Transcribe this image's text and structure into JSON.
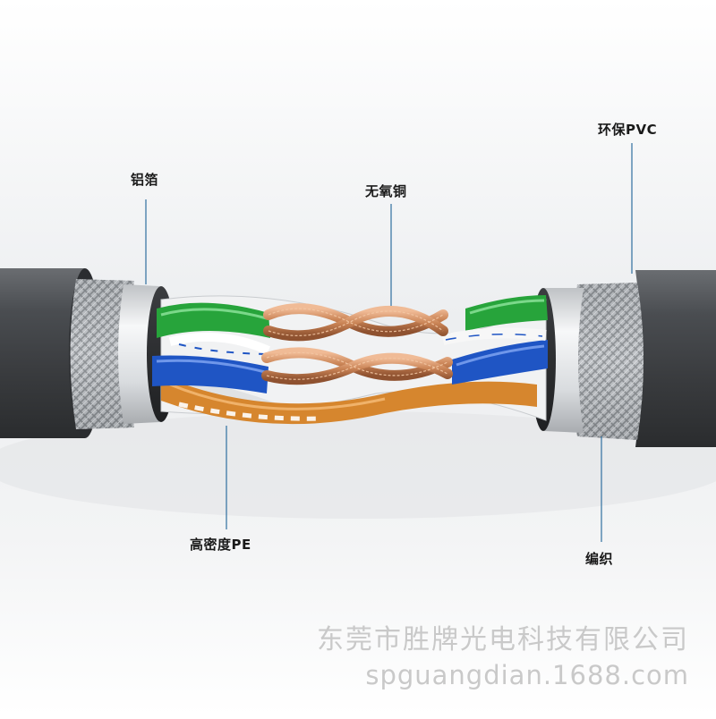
{
  "labels": {
    "aluminum_foil": "铝箔",
    "oxygen_free_copper": "无氧铜",
    "eco_pvc": "环保PVC",
    "high_density_pe": "高密度PE",
    "braid": "编织"
  },
  "watermark": {
    "company": "东莞市胜牌光电科技有限公司",
    "url": "spguangdian.1688.com"
  },
  "colors": {
    "jacket": "#46494d",
    "braid": "#b8bcc0",
    "foil": "#e4e6e8",
    "green_insulation": "#27a43b",
    "blue_insulation": "#1f55c4",
    "orange_insulation": "#d6862e",
    "copper": "#c98355",
    "leader_line": "#2f6f9f"
  }
}
